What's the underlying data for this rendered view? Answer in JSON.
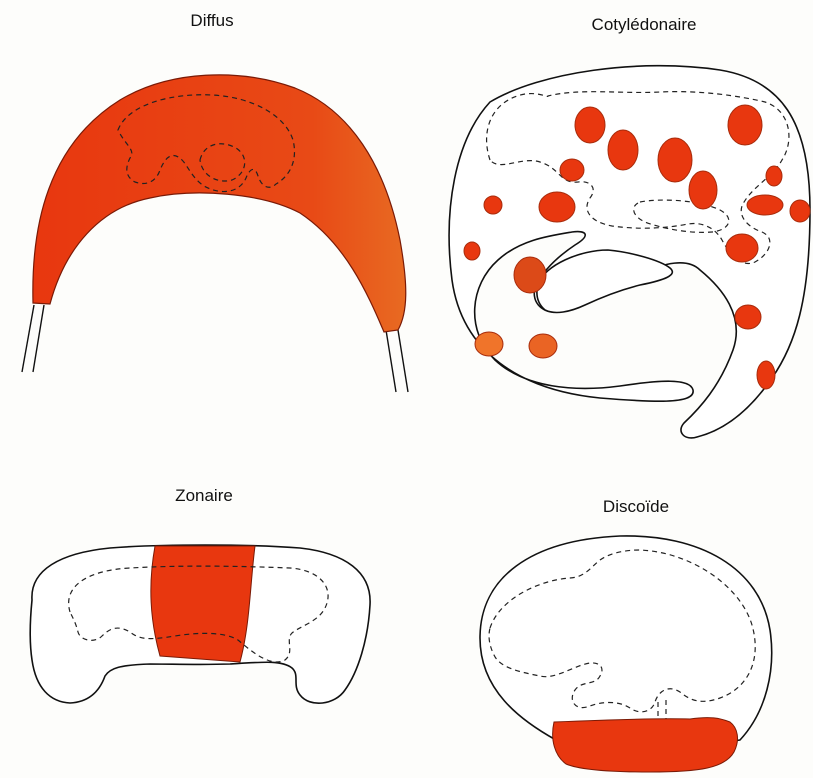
{
  "figure": {
    "colors": {
      "placenta": "#e8370f",
      "placenta_dark": "#d9461a",
      "placenta_light": "#f0702a",
      "outline": "#111111",
      "background": "#fdfdfb"
    },
    "panels": [
      {
        "id": "diffus",
        "label": "Diffus"
      },
      {
        "id": "cotyledonaire",
        "label": "Cotylédonaire"
      },
      {
        "id": "zonaire",
        "label": "Zonaire"
      },
      {
        "id": "discoide",
        "label": "Discoïde"
      }
    ]
  }
}
